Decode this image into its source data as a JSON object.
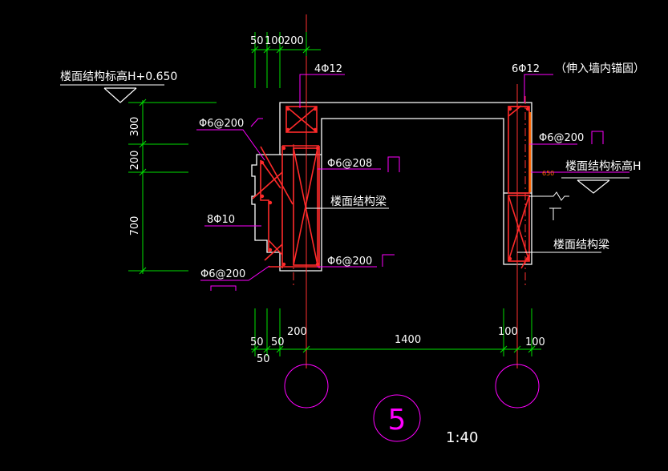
{
  "colors": {
    "background": "#000000",
    "outline": "#ffffff",
    "rebar": "#ff2a2a",
    "dimension": "#00e000",
    "centerline": "#ff3030",
    "leader": "#ff00ff",
    "label": "#ffffff",
    "highlight": "#ff6600"
  },
  "labels": {
    "top_elev": "楼面结构标高H+0.650",
    "right_elev": "楼面结构标高H",
    "beam_left": "楼面结构梁",
    "beam_right": "楼面结构梁",
    "top_bar_left": "4Φ12",
    "top_bar_right": "6Φ12",
    "anchor_note": "（伸入墙内锚固）",
    "stirrup_top_left": "Φ6@200",
    "stirrup_mid": "Φ6@208",
    "stirrup_right": "Φ6@200",
    "side_bars": "8Φ10",
    "stirrup_bottom_right": "Φ6@200",
    "stirrup_bottom_left": "Φ6@200",
    "small_note": "650"
  },
  "dimensions": {
    "top": [
      "50",
      "100",
      "200"
    ],
    "left_vertical": [
      "300",
      "200",
      "700"
    ],
    "bottom": [
      "50",
      "50",
      "50",
      "200",
      "1400",
      "100",
      "100"
    ]
  },
  "detail": {
    "number": "5",
    "scale": "1:40"
  }
}
